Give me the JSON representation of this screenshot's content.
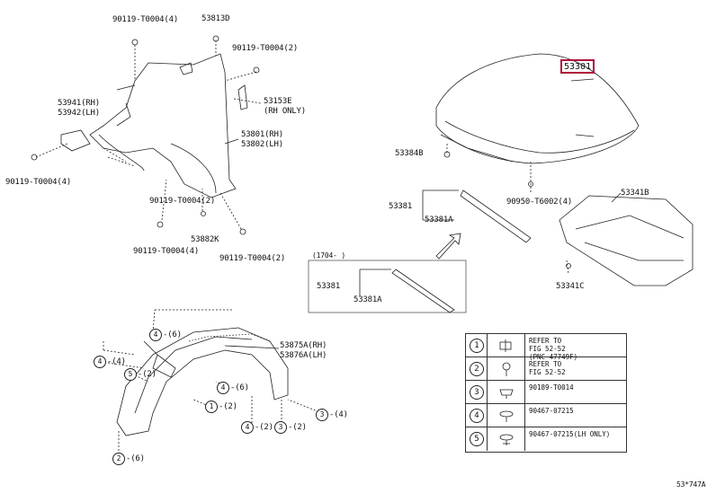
{
  "labels": {
    "bolt_tl": "90119-T0004(4)",
    "p53813d": "53813D",
    "bolt_tr": "90119-T0004(2)",
    "p53153e": "53153E",
    "rh_only": "(RH ONLY)",
    "p53941": "53941(RH)",
    "p53942": "53942(LH)",
    "p53801": "53801(RH)",
    "p53802": "53802(LH)",
    "bolt_left": "90119-T0004(4)",
    "bolt_mid": "90119-T0004(2)",
    "p53882k": "53882K",
    "bolt_bl": "90119-T0004(4)",
    "bolt_br": "90119-T0004(2)",
    "p53301": "53301",
    "p53384b": "53384B",
    "p90950": "90950-T6002(4)",
    "p53381_top": "53381",
    "p53381a_top": "53381A",
    "p53341b": "53341B",
    "p53341c": "53341C",
    "date_range": "(1704-     )",
    "p53381_bot": "53381",
    "p53381a_bot": "53381A",
    "p53875a": "53875A(RH)",
    "p53876a": "53876A(LH)",
    "q4_6": "-(6)",
    "q4_4": "-(4)",
    "q5_2": "-(2)",
    "q4_6b": "-(6)",
    "q1_2": "-(2)",
    "q4_2": "-(2)",
    "q3_2": "-(2)",
    "q3_4": "-(4)",
    "q2_6": "-(6)",
    "code": "53*747A"
  },
  "markers": {
    "m4a": "4",
    "m4b": "4",
    "m5": "5",
    "m4c": "4",
    "m1": "1",
    "m4d": "4",
    "m3a": "3",
    "m3b": "3",
    "m2": "2"
  },
  "table": [
    {
      "num": "1",
      "text": "REFER TO\nFIG 52-52\n(PNC 47749F)"
    },
    {
      "num": "2",
      "text": "REFER TO\nFIG 52-52"
    },
    {
      "num": "3",
      "text": "90189-T0014"
    },
    {
      "num": "4",
      "text": "90467-07215"
    },
    {
      "num": "5",
      "text": "90467-07215(LH ONLY)"
    }
  ],
  "colors": {
    "highlight": "#b0103a"
  }
}
